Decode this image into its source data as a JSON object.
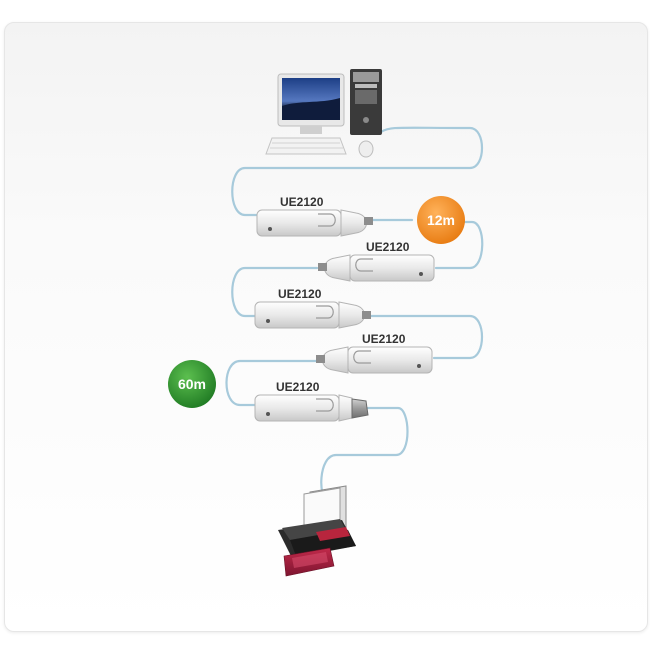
{
  "devices": {
    "label_1": "UE2120",
    "label_2": "UE2120",
    "label_3": "UE2120",
    "label_4": "UE2120",
    "label_5": "UE2120"
  },
  "badges": {
    "segment": "12m",
    "total": "60m"
  },
  "colors": {
    "segment_badge": "#f08a1c",
    "total_badge": "#2e8b2e",
    "cable": "#9fc4d8"
  },
  "icons": [
    "computer-icon",
    "printer-icon"
  ]
}
